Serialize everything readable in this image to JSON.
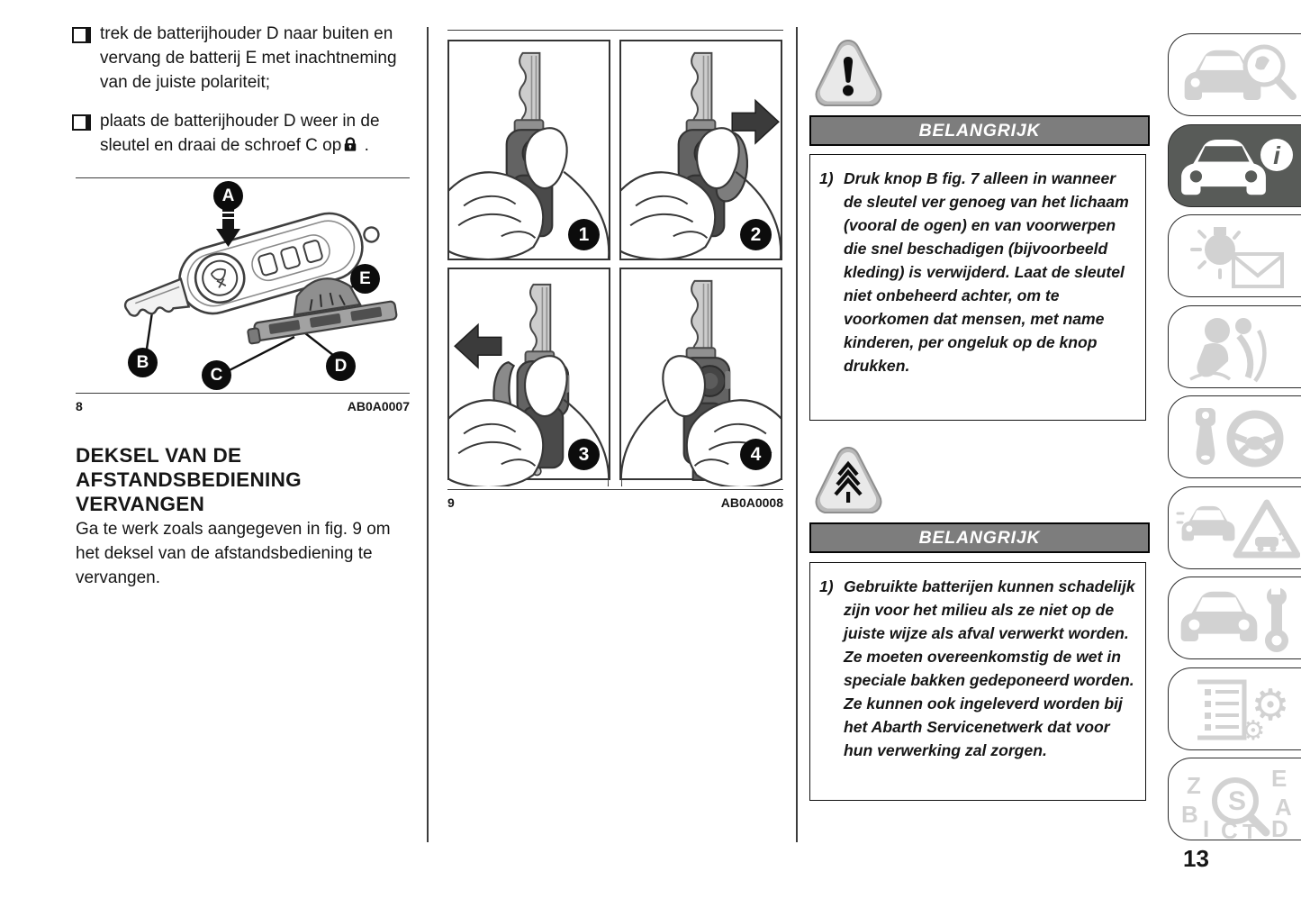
{
  "page": {
    "number": "13"
  },
  "left": {
    "bullets": [
      {
        "marker_icon": "open-square-bullet",
        "text": "trek de batterijhouder D naar buiten en vervang de batterij E met inachtneming van de juiste polariteit;"
      },
      {
        "marker_icon": "open-square-bullet",
        "text": "plaats de batterijhouder D weer in de sleutel en draai de schroef C op",
        "lock_icon": "lock-closed-icon",
        "suffix": "."
      }
    ],
    "figure8": {
      "label": "8",
      "code": "AB0A0007",
      "callouts": {
        "a": "A",
        "b": "B",
        "c": "C",
        "d": "D",
        "e": "E"
      }
    },
    "heading": "DEKSEL VAN DE AFSTANDSBEDIENING VERVANGEN",
    "paragraph": "Ga te werk zoals aangegeven in fig. 9 om het deksel van de afstandsbediening te vervangen."
  },
  "figure9": {
    "label": "9",
    "code": "AB0A0008",
    "steps": {
      "s1": "1",
      "s2": "2",
      "s3": "3",
      "s4": "4"
    }
  },
  "warning1": {
    "icon": "warning-triangle-icon",
    "header": "BELANGRIJK",
    "marker": "1)",
    "text": "Druk knop B fig. 7 alleen in wanneer de sleutel ver genoeg van het lichaam (vooral de ogen) en van voorwerpen die snel beschadigen (bijvoorbeeld kleding) is verwijderd. Laat de sleutel niet onbeheerd achter, om te voorkomen dat mensen, met name kinderen, per ongeluk op de knop drukken."
  },
  "warning2": {
    "icon": "environment-pine-triangle-icon",
    "header": "BELANGRIJK",
    "marker": "1)",
    "text": "Gebruikte batterijen kunnen schadelijk zijn voor het milieu als ze niet op de juiste wijze als afval verwerkt worden. Ze moeten overeenkomstig de wet in speciale bakken gedeponeerd worden. Ze kunnen ook ingeleverd worden bij het Abarth Servicenetwerk dat voor hun verwerking zal zorgen."
  },
  "sidebar": {
    "items": [
      {
        "icon": "car-magnifier-icon",
        "active": false
      },
      {
        "icon": "car-info-icon",
        "active": true
      },
      {
        "icon": "warning-lamp-envelope-icon",
        "active": false
      },
      {
        "icon": "airbag-safety-icon",
        "active": false
      },
      {
        "icon": "key-steering-wheel-icon",
        "active": false
      },
      {
        "icon": "car-warning-triangle-icon",
        "active": false
      },
      {
        "icon": "car-wrench-icon",
        "active": false
      },
      {
        "icon": "list-gears-icon",
        "active": false
      },
      {
        "icon": "alphabet-magnifier-icon",
        "active": false
      }
    ],
    "info_glyph": "i",
    "gear_glyph": "⚙",
    "index_letters": {
      "z": "Z",
      "e": "E",
      "b": "B",
      "a": "A",
      "i": "I",
      "c": "C",
      "t": "T",
      "d": "D",
      "s": "S"
    }
  },
  "colors": {
    "belangrijk_bar": "#7d7d7d",
    "active_tab": "#585b58",
    "icon_gray": "#d2d2d2"
  }
}
